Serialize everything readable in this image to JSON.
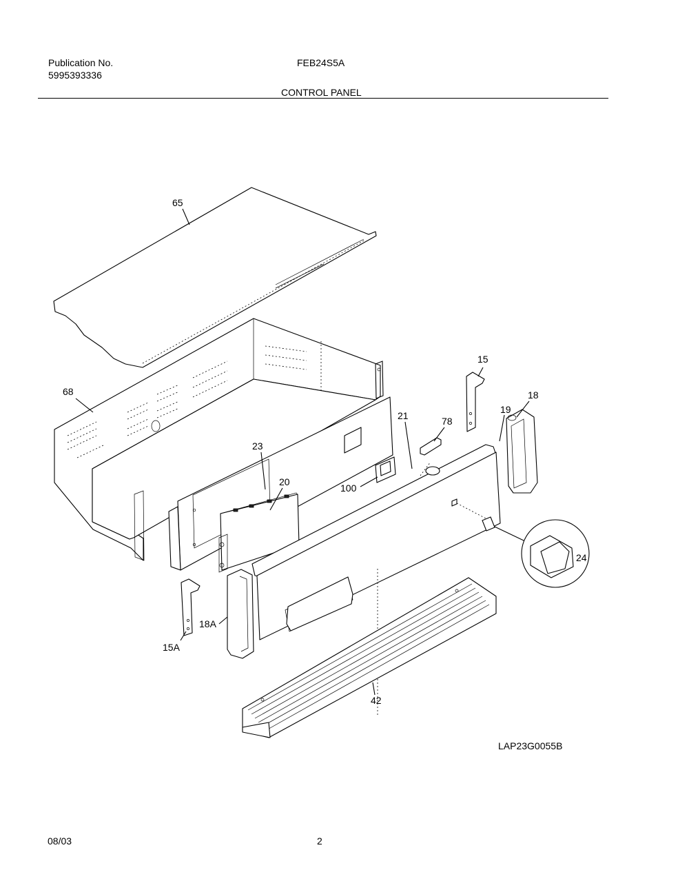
{
  "header": {
    "publication_label": "Publication No.",
    "publication_number": "5995393336",
    "model": "FEB24S5A",
    "section_title": "CONTROL PANEL"
  },
  "diagram": {
    "drawing_code": "LAP23G0055B",
    "callouts": {
      "p65": "65",
      "p68": "68",
      "p23": "23",
      "p20": "20",
      "p21": "21",
      "p78": "78",
      "p100": "100",
      "p15": "15",
      "p18": "18",
      "p19": "19",
      "p24": "24",
      "p15a": "15A",
      "p18a": "18A",
      "p42": "42"
    }
  },
  "footer": {
    "date": "08/03",
    "page_number": "2"
  }
}
